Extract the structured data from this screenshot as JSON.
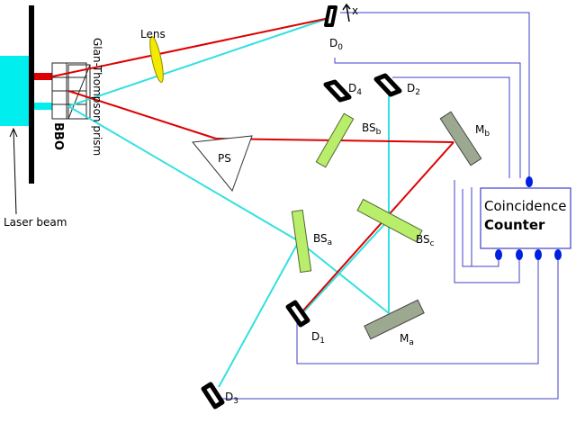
{
  "colors": {
    "red_beam": "#dd0000",
    "cyan_beam": "#33e0e0",
    "wire": "#4040c8",
    "mirror": "#9ca890",
    "beamsplitter": "#b8ee6a",
    "lens": "#f2ea00",
    "laser": "#00eeee",
    "port": "#0020e0"
  },
  "labels": {
    "lens": "Lens",
    "glan": "Glan-Thompson prism",
    "bbo": "BBO",
    "laser_beam": "Laser beam",
    "ps": "PS",
    "x_axis": "x",
    "counter_line1": "Coincidence",
    "counter_line2": "Counter",
    "d0": {
      "main": "D",
      "sub": "0"
    },
    "d1": {
      "main": "D",
      "sub": "1"
    },
    "d2": {
      "main": "D",
      "sub": "2"
    },
    "d3": {
      "main": "D",
      "sub": "3"
    },
    "d4": {
      "main": "D",
      "sub": "4"
    },
    "bsa": {
      "main": "BS",
      "sub": "a"
    },
    "bsb": {
      "main": "BS",
      "sub": "b"
    },
    "bsc": {
      "main": "BS",
      "sub": "c"
    },
    "ma": {
      "main": "M",
      "sub": "a"
    },
    "mb": {
      "main": "M",
      "sub": "b"
    }
  }
}
